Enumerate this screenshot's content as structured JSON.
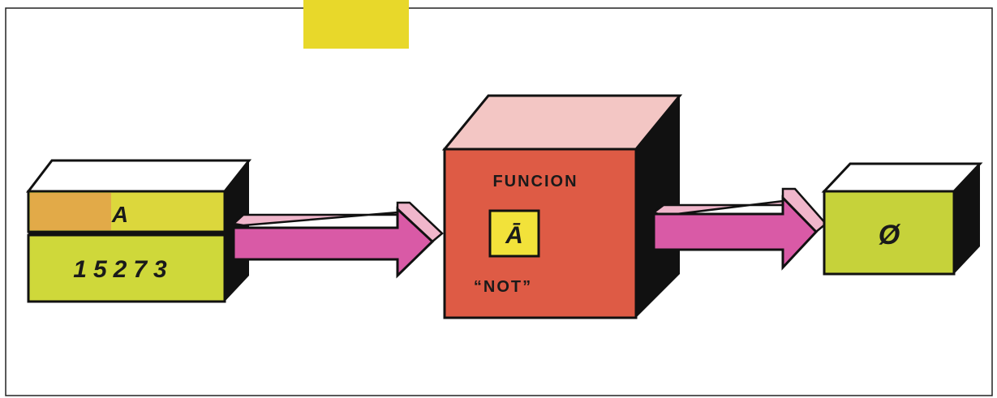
{
  "input_box": {
    "variable": "A",
    "value": "15273"
  },
  "function_box": {
    "title": "FUNCION",
    "symbol": "Ā",
    "operation": "“NOT”"
  },
  "output_box": {
    "value": "Ø"
  },
  "colors": {
    "accent_tab": "#e8d82a",
    "input_top_band": "#e3a24a",
    "input_band": "#dcd73c",
    "function_front": "#de5b45",
    "function_top": "#f3c6c4",
    "function_side": "#111111",
    "output_front": "#c6d23a",
    "arrow": "#d95aa6",
    "arrow_highlight": "#f0b6cb",
    "symbol_box": "#f2e23a"
  }
}
